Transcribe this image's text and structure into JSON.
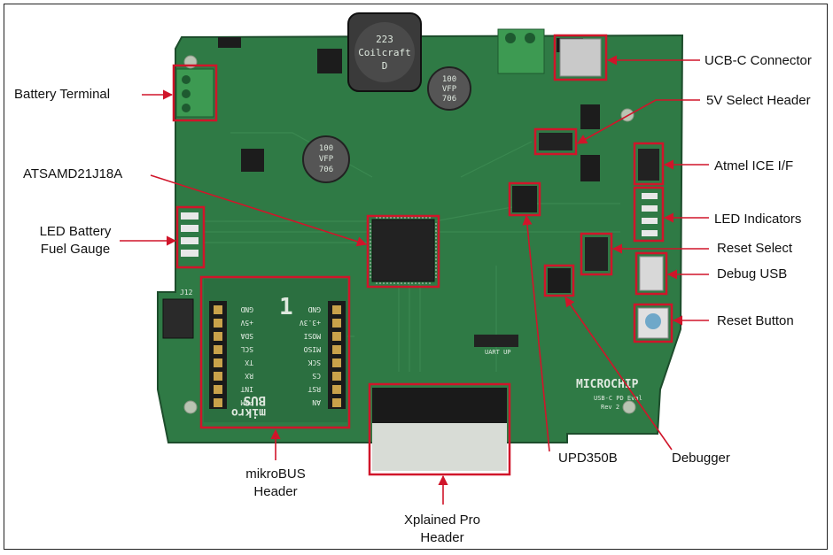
{
  "labels": {
    "battery_terminal": "Battery Terminal",
    "mcu": "ATSAMD21J18A",
    "led_fuel_gauge_line1": "LED Battery",
    "led_fuel_gauge_line2": "Fuel Gauge",
    "mikrobus_line1": "mikroBUS",
    "mikrobus_line2": "Header",
    "xplained_line1": "Xplained Pro",
    "xplained_line2": "Header",
    "upd350b": "UPD350B",
    "debugger": "Debugger",
    "usbc_connector": "UCB-C Connector",
    "select_5v": "5V Select Header",
    "atmel_ice": "Atmel ICE I/F",
    "led_indicators": "LED Indicators",
    "reset_select": "Reset Select",
    "debug_usb": "Debug USB",
    "reset_button": "Reset Button"
  },
  "silkscreen": {
    "inductor_top": "223",
    "inductor_brand": "Coilcraft",
    "inductor_bottom": "D",
    "cap1_a": "100",
    "cap1_b": "VFP",
    "cap1_c": "706",
    "cap2_a": "100",
    "cap2_b": "VFP",
    "cap2_c": "706",
    "mikro_big_1": "1",
    "mikro_pins_left": [
      "GND",
      "+5V",
      "SDA",
      "SCL",
      "TX",
      "RX",
      "INT",
      "PWM"
    ],
    "mikro_pins_right": [
      "GND",
      "+3.3V",
      "MOSI",
      "MISO",
      "SCK",
      "CS",
      "RST",
      "AN"
    ],
    "mikro_logo": "mikro",
    "mikro_logo2": "BUS",
    "microchip_logo": "MICROCHIP",
    "uart_label": "UART UP",
    "j12": "J12",
    "board_name": "USB-C PD Eval",
    "rev": "Rev 2"
  },
  "colors": {
    "highlight": "#d0152a",
    "pcb": "#2f7a45",
    "pcb_dark": "#1f5a32",
    "terminal": "#3d9a52"
  }
}
